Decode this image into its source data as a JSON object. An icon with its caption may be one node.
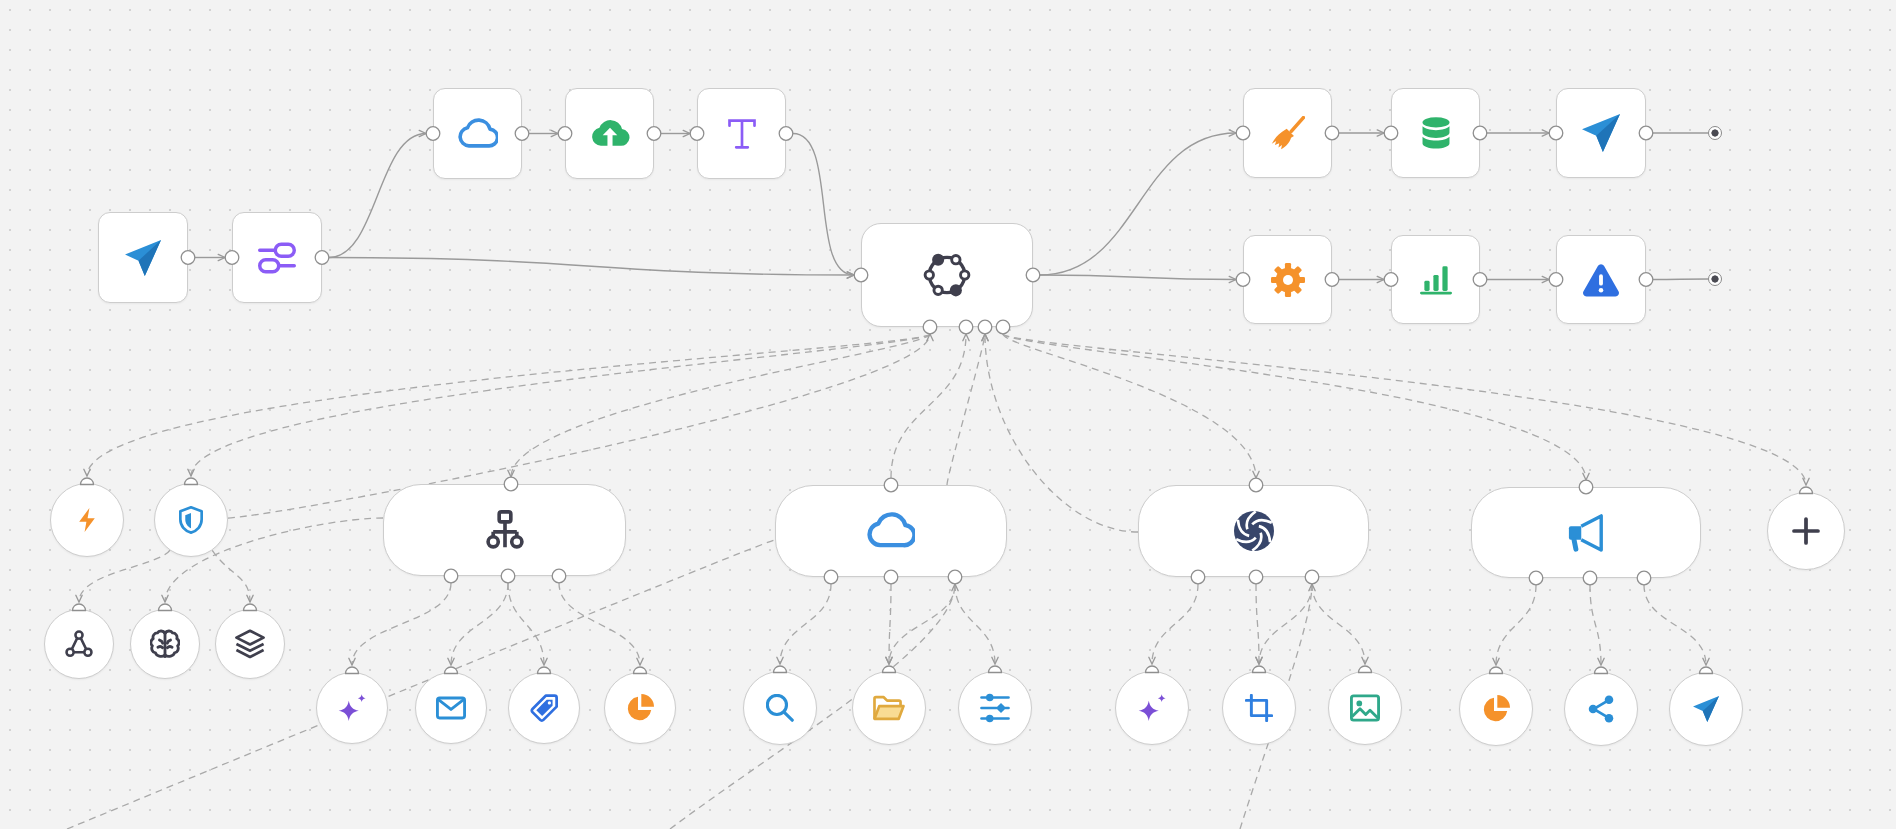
{
  "diagram": {
    "nodes": [
      {
        "text": [],
        "shape": "box"
      },
      {
        "text": [],
        "shape": "box"
      },
      {
        "text": [],
        "shape": "box"
      },
      {
        "text": [],
        "shape": "box"
      },
      {
        "text": [],
        "shape": "box"
      },
      {
        "text": [],
        "shape": "box"
      },
      {
        "text": [],
        "shape": "box"
      },
      {
        "text": [],
        "shape": "box"
      },
      {
        "text": [],
        "shape": "box"
      },
      {
        "text": [],
        "shape": "circle"
      },
      {
        "text": [],
        "shape": "box"
      },
      {
        "text": [],
        "shape": "box"
      },
      {
        "text": [],
        "shape": "box"
      },
      {
        "text": [],
        "shape": "circle"
      },
      {
        "text": [],
        "shape": "circle"
      },
      {
        "text": [],
        "shape": "circle"
      },
      {
        "text": [],
        "shape": "box"
      },
      {
        "text": [],
        "shape": "box"
      },
      {
        "text": [],
        "shape": "box"
      },
      {
        "text": [],
        "shape": "box"
      },
      {
        "text": [],
        "shape": "circle"
      },
      {
        "text": [],
        "shape": "circle"
      },
      {
        "text": [],
        "shape": "circle"
      },
      {
        "text": [],
        "shape": "circle"
      },
      {
        "text": [],
        "shape": "circle"
      },
      {
        "text": [],
        "shape": "circle"
      },
      {
        "text": [],
        "shape": "circle"
      },
      {
        "text": [],
        "shape": "circle"
      },
      {
        "text": [],
        "shape": "circle"
      },
      {
        "text": [],
        "shape": "circle"
      },
      {
        "text": [],
        "shape": "circle"
      },
      {
        "text": [],
        "shape": "circle"
      },
      {
        "text": [],
        "shape": "circle"
      },
      {
        "text": [],
        "shape": "circle"
      },
      {
        "text": [],
        "shape": "circle"
      },
      {
        "text": [],
        "shape": "circle"
      },
      {
        "text": [],
        "shape": "circle"
      }
    ],
    "edges": [
      {
        "from": 0,
        "to": 1,
        "arrow": "to"
      },
      {
        "from": 1,
        "to": 2,
        "arrow": "to"
      },
      {
        "from": 1,
        "to": 5,
        "arrow": "to"
      },
      {
        "from": 2,
        "to": 3,
        "arrow": "to"
      },
      {
        "from": 3,
        "to": 4,
        "arrow": "to"
      },
      {
        "from": 4,
        "to": 5,
        "arrow": "to"
      },
      {
        "from": 5,
        "to": 6,
        "arrow": "to"
      },
      {
        "from": 5,
        "to": 10,
        "arrow": "to"
      },
      {
        "from": 6,
        "to": 7,
        "arrow": "to"
      },
      {
        "from": 7,
        "to": 8,
        "arrow": "to"
      },
      {
        "from": 8,
        "to": 9,
        "arrow": "none"
      },
      {
        "from": 10,
        "to": 11,
        "arrow": "to"
      },
      {
        "from": 11,
        "to": 12,
        "arrow": "to"
      },
      {
        "from": 12,
        "to": 13,
        "arrow": "none"
      },
      {
        "from": 5,
        "to": 14,
        "arrow": "to",
        "style": "dashed"
      },
      {
        "from": 5,
        "to": 15,
        "arrow": "to",
        "style": "dashed"
      },
      {
        "from": 5,
        "to": 16,
        "arrow": "to",
        "style": "dashed"
      },
      {
        "from": 15,
        "to": 5,
        "arrow": "to",
        "style": "dashed"
      },
      {
        "from": 15,
        "to": 21,
        "arrow": "to",
        "style": "dashed"
      },
      {
        "from": 16,
        "to": 22,
        "arrow": "to",
        "style": "dashed"
      },
      {
        "from": 15,
        "to": 23,
        "arrow": "to",
        "style": "dashed"
      },
      {
        "from": 17,
        "to": 5,
        "arrow": "to",
        "style": "dashed"
      },
      {
        "from": 17,
        "to": 5,
        "arrow": "to",
        "style": "dashed"
      },
      {
        "from": 18,
        "to": 5,
        "arrow": "to",
        "style": "dashed"
      },
      {
        "from": 5,
        "to": 18,
        "arrow": "to",
        "style": "dashed"
      },
      {
        "from": 5,
        "to": 19,
        "arrow": "to",
        "style": "dashed"
      },
      {
        "from": 5,
        "to": 20,
        "arrow": "to",
        "style": "dashed"
      },
      {
        "from": 16,
        "to": 24,
        "arrow": "to",
        "style": "dashed"
      },
      {
        "from": 16,
        "to": 25,
        "arrow": "to",
        "style": "dashed"
      },
      {
        "from": 16,
        "to": 26,
        "arrow": "to",
        "style": "dashed"
      },
      {
        "from": 16,
        "to": 27,
        "arrow": "to",
        "style": "dashed"
      },
      {
        "from": 17,
        "to": 28,
        "arrow": "to",
        "style": "dashed"
      },
      {
        "from": 17,
        "to": 29,
        "arrow": "to",
        "style": "dashed"
      },
      {
        "from": 17,
        "to": 30,
        "arrow": "to",
        "style": "dashed"
      },
      {
        "from": 17,
        "to": 29,
        "arrow": "to",
        "style": "dashed"
      },
      {
        "from": 18,
        "to": 31,
        "arrow": "to",
        "style": "dashed"
      },
      {
        "from": 18,
        "to": 32,
        "arrow": "to",
        "style": "dashed"
      },
      {
        "from": 18,
        "to": 32,
        "arrow": "to",
        "style": "dashed"
      },
      {
        "from": 18,
        "to": 33,
        "arrow": "to",
        "style": "dashed"
      },
      {
        "from": 19,
        "to": 34,
        "arrow": "to",
        "style": "dashed"
      },
      {
        "from": 19,
        "to": 35,
        "arrow": "to",
        "style": "dashed"
      },
      {
        "from": 19,
        "to": 36,
        "arrow": "to",
        "style": "dashed"
      },
      {
        "from": null,
        "to": 17,
        "arrow": "to",
        "style": "dashed"
      },
      {
        "from": null,
        "to": 18,
        "arrow": "to",
        "style": "dashed"
      },
      {
        "from": null,
        "to": 17,
        "arrow": "none",
        "style": "dashed"
      }
    ]
  }
}
